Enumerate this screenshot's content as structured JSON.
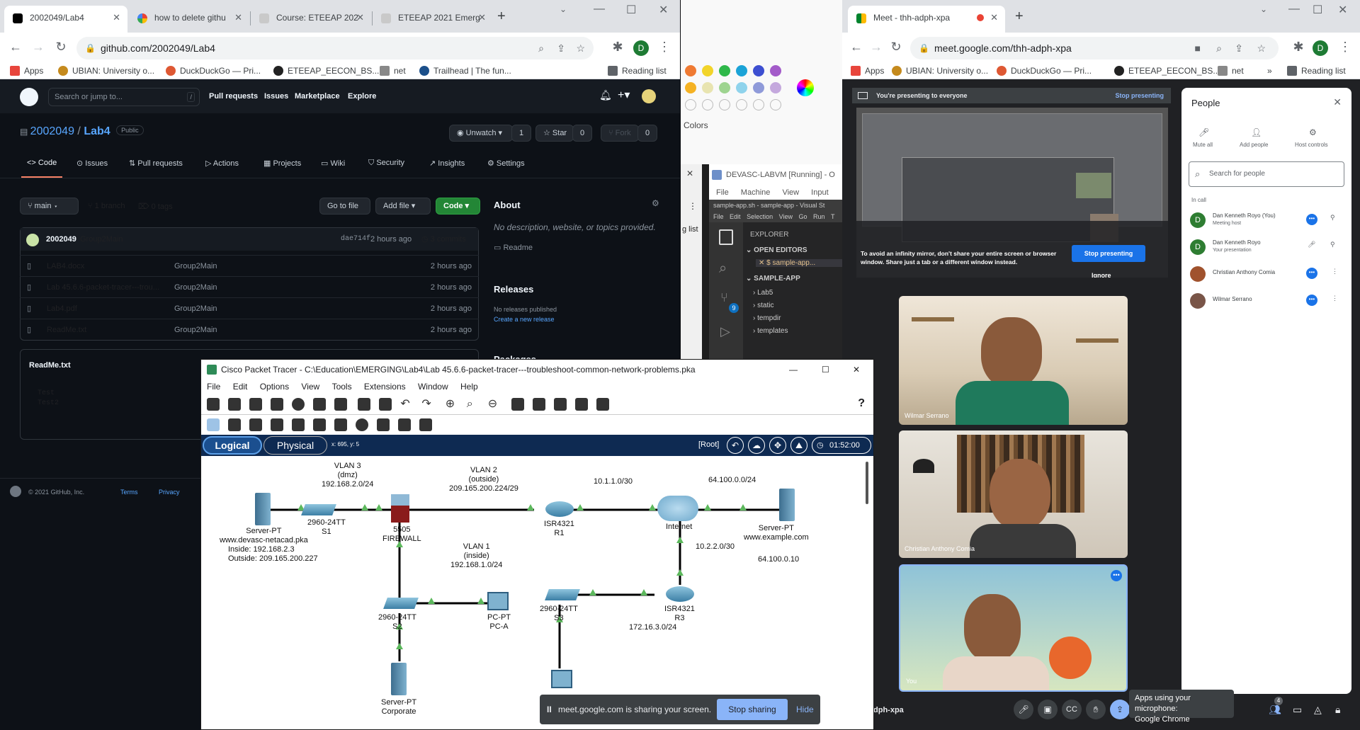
{
  "github_window": {
    "tabs": [
      {
        "label": "2002049/Lab4",
        "active": true
      },
      {
        "label": "how to delete githu",
        "active": false
      },
      {
        "label": "Course: ETEEAP 202",
        "active": false
      },
      {
        "label": "ETEEAP 2021 Emerg",
        "active": false
      }
    ],
    "url": "github.com/2002049/Lab4",
    "profile": "D",
    "bookmarks": [
      "Apps",
      "UBIAN: University o...",
      "DuckDuckGo — Pri...",
      "ETEEAP_EECON_BS...",
      "net",
      "Trailhead | The fun..."
    ],
    "reading_list": "Reading list",
    "header": {
      "search_placeholder": "Search or jump to...",
      "slash": "/",
      "nav": [
        "Pull requests",
        "Issues",
        "Marketplace",
        "Explore"
      ]
    },
    "repo": {
      "owner": "2002049",
      "sep": "/",
      "name": "Lab4",
      "visibility": "Public",
      "unwatch": "Unwatch",
      "watch_count": "1",
      "star": "Star",
      "star_count": "0",
      "fork": "Fork",
      "fork_count": "0"
    },
    "repo_tabs": [
      "Code",
      "Issues",
      "Pull requests",
      "Actions",
      "Projects",
      "Wiki",
      "Security",
      "Insights",
      "Settings"
    ],
    "branch": "main",
    "branches": "1 branch",
    "tags": "0 tags",
    "go_to_file": "Go to file",
    "add_file": "Add file",
    "code_btn": "Code",
    "commit": {
      "author": "2002049",
      "message": "Group2Main",
      "sha": "dae714f",
      "time": "2 hours ago",
      "count": "3 commits"
    },
    "files": [
      {
        "name": "LAB4.docx",
        "msg": "Group2Main",
        "time": "2 hours ago"
      },
      {
        "name": "Lab 45.6.6-packet-tracer---trou...",
        "msg": "Group2Main",
        "time": "2 hours ago"
      },
      {
        "name": "Lab4.pdf",
        "msg": "Group2Main",
        "time": "2 hours ago"
      },
      {
        "name": "ReadMe.txt",
        "msg": "Group2Main",
        "time": "2 hours ago"
      }
    ],
    "about": {
      "title": "About",
      "desc": "No description, website, or topics provided.",
      "readme": "Readme"
    },
    "releases": {
      "title": "Releases",
      "none": "No releases published",
      "create": "Create a new release"
    },
    "packages_title": "Packages",
    "readme": {
      "title": "ReadMe.txt",
      "lines": [
        "Test",
        "Test2"
      ]
    },
    "footer": {
      "copyright": "© 2021 GitHub, Inc.",
      "terms": "Terms",
      "privacy": "Privacy"
    }
  },
  "paint": {
    "colors_label": "Colors",
    "palette": [
      "#ef7a33",
      "#f2d42a",
      "#2fb84a",
      "#1ba3d7",
      "#3d4fd1",
      "#a35bc9",
      "#f5b223",
      "#e8e4b0",
      "#9ed490",
      "#8fd3ec",
      "#8f9ad9",
      "#c4a8dd"
    ]
  },
  "vscode": {
    "vm_title": "DEVASC-LABVM [Running] - O",
    "vm_menu": [
      "File",
      "Machine",
      "View",
      "Input"
    ],
    "editor_title": "sample-app.sh - sample-app - Visual St",
    "menu": [
      "File",
      "Edit",
      "Selection",
      "View",
      "Go",
      "Run",
      "T"
    ],
    "explorer": "EXPLORER",
    "open_editors": "OPEN EDITORS",
    "open_file": "$ sample-app...",
    "folder": "SAMPLE-APP",
    "items": [
      "Lab5",
      "static",
      "tempdir",
      "templates"
    ],
    "badge": "9",
    "side_text": "g list"
  },
  "packet_tracer": {
    "title": "Cisco Packet Tracer - C:\\Education\\EMERGING\\Lab4\\Lab 45.6.6-packet-tracer---troubleshoot-common-network-problems.pka",
    "menu": [
      "File",
      "Edit",
      "Options",
      "View",
      "Tools",
      "Extensions",
      "Window",
      "Help"
    ],
    "help": "?",
    "logical": "Logical",
    "physical": "Physical",
    "coords": "x: 695, y: 5",
    "root": "[Root]",
    "time": "01:52:00",
    "labels": {
      "vlan3": "VLAN 3\n(dmz)\n192.168.2.0/24",
      "vlan2": "VLAN 2\n(outside)\n209.165.200.224/29",
      "net10": "10.1.1.0/30",
      "net64": "64.100.0.0/24",
      "server1": "Server-PT\nwww.devasc-netacad.pka",
      "s1": "2960-24TT\nS1",
      "fw": "5505\nFIREWALL",
      "r1": "ISR4321\nR1",
      "internet": "Internet",
      "server2": "Server-PT\nwww.example.com",
      "addrs": "Inside: 192.168.2.3\nOutside: 209.165.200.227",
      "vlan1": "VLAN 1\n(inside)\n192.168.1.0/24",
      "net102": "10.2.2.0/30",
      "ip64": "64.100.0.10",
      "s2": "2960-24TT\nS2",
      "pca": "PC-PT\nPC-A",
      "s3": "2960-24TT\nS3",
      "r3": "ISR4321\nR3",
      "net172": "172.16.3.0/24",
      "corp": "Server-PT\nCorporate"
    }
  },
  "share_bar": {
    "text": "meet.google.com is sharing your screen.",
    "stop": "Stop sharing",
    "hide": "Hide",
    "pause": "II"
  },
  "meet_window": {
    "tab": "Meet - thh-adph-xpa",
    "url": "meet.google.com/thh-adph-xpa",
    "profile": "D",
    "bookmarks": [
      "Apps",
      "UBIAN: University o...",
      "DuckDuckGo — Pri...",
      "ETEEAP_EECON_BS...",
      "net"
    ],
    "more": "»",
    "reading_list": "Reading list",
    "presenting": "You're presenting to everyone",
    "stop_presenting": "Stop presenting",
    "mirror_warning": "To avoid an infinity mirror, don't share your entire screen or browser window. Share just a tab or a different window instead.",
    "stop_presenting_btn": "Stop presenting",
    "ignore": "Ignore",
    "tiles": [
      {
        "name": "Wilmar Serrano"
      },
      {
        "name": "Christian Anthony Comia"
      },
      {
        "name": "You"
      }
    ],
    "meeting_code": "dph-xpa",
    "people": {
      "title": "People",
      "mute_all": "Mute all",
      "add_people": "Add people",
      "host_controls": "Host controls",
      "search_placeholder": "Search for people",
      "in_call": "In call",
      "list": [
        {
          "name": "Dan Kenneth Royo (You)",
          "sub": "Meeting host",
          "initial": "D",
          "color": "#2e7d32"
        },
        {
          "name": "Dan Kenneth Royo",
          "sub": "Your presentation",
          "initial": "D",
          "color": "#2e7d32"
        },
        {
          "name": "Christian Anthony Comia",
          "sub": "",
          "initial": "",
          "color": "#a0522d"
        },
        {
          "name": "Wilmar Serrano",
          "sub": "",
          "initial": "",
          "color": "#795548"
        }
      ]
    },
    "tooltip": "Apps using your microphone:\nGoogle Chrome",
    "participants_badge": "4"
  }
}
